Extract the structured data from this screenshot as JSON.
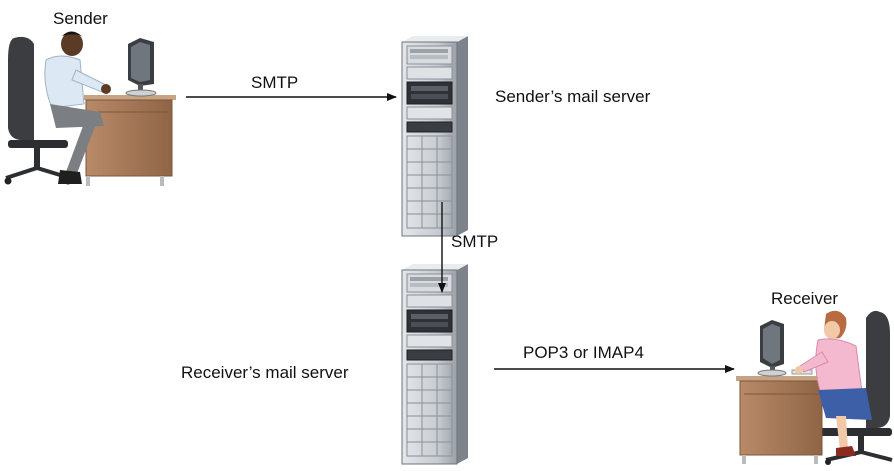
{
  "sender": {
    "label": "Sender"
  },
  "receiver": {
    "label": "Receiver"
  },
  "sender_server": {
    "label": "Sender’s mail server"
  },
  "receiver_server": {
    "label": "Receiver’s mail server"
  },
  "links": {
    "sender_to_server": "SMTP",
    "server_to_server": "SMTP",
    "server_to_receiver": "POP3 or IMAP4"
  },
  "colors": {
    "desk": "#a8795a",
    "desk_dark": "#7d5638",
    "server_body": "#c9cdd2",
    "server_dark": "#6e747b",
    "chair": "#3b3d40",
    "sender_shirt": "#dce8f4",
    "receiver_shirt": "#f4b9cf",
    "receiver_skirt": "#3d5fa8",
    "arrow": "#111111"
  },
  "icons": [
    "sender-person-icon",
    "receiver-person-icon",
    "server-icon",
    "monitor-icon",
    "desk-icon",
    "chair-icon"
  ]
}
